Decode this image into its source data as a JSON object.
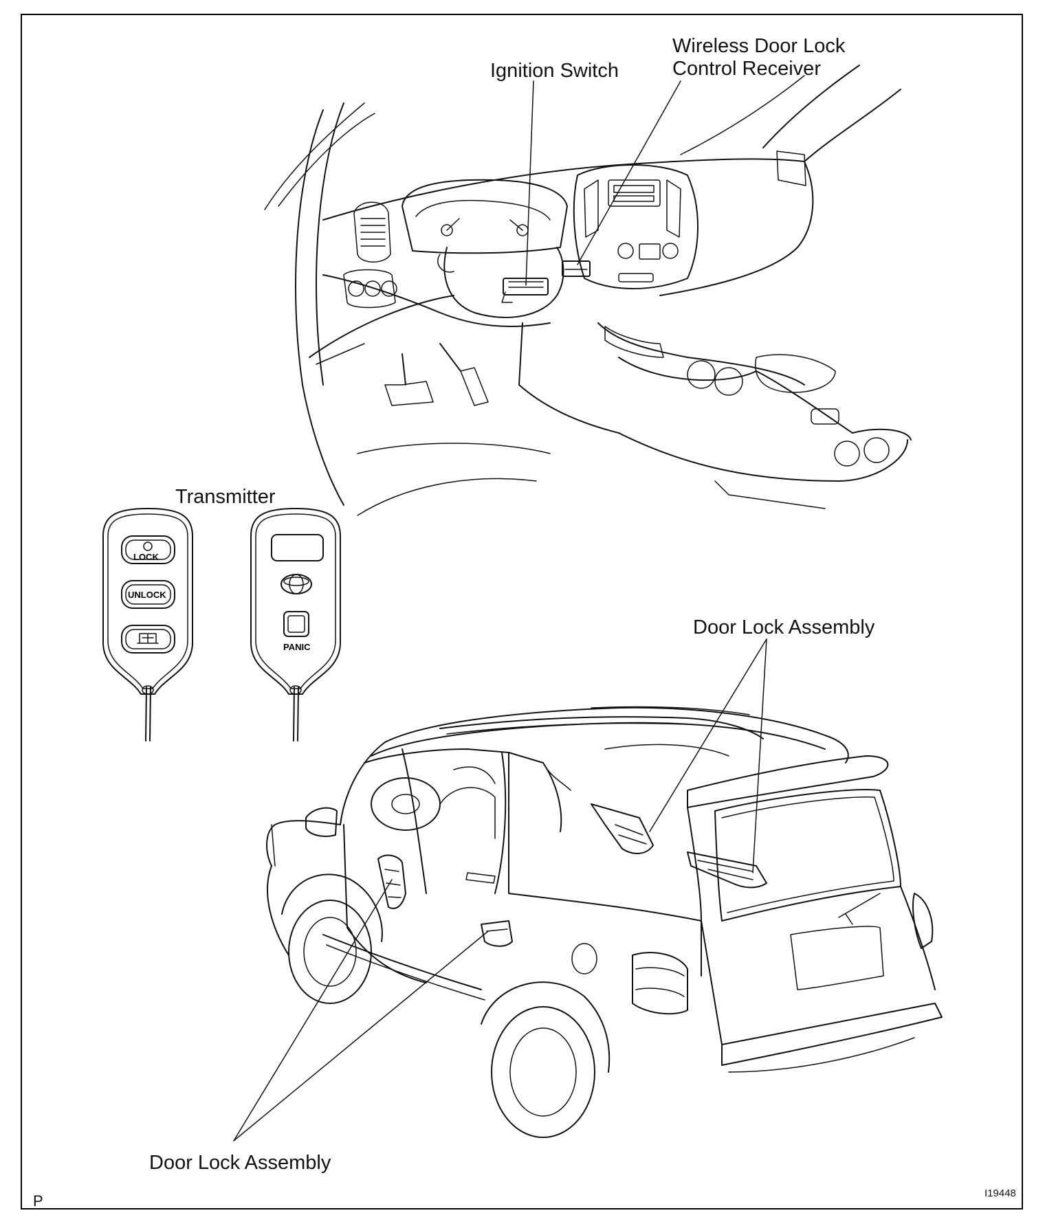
{
  "labels": {
    "ignition_switch": "Ignition Switch",
    "receiver_line1": "Wireless Door Lock",
    "receiver_line2": "Control Receiver",
    "transmitter": "Transmitter",
    "door_lock_upper": "Door Lock Assembly",
    "door_lock_lower": "Door Lock Assembly"
  },
  "transmitter": {
    "lock": "LOCK",
    "unlock": "UNLOCK",
    "panic": "PANIC"
  },
  "corner": {
    "left": "P",
    "right": "I19448"
  },
  "colors": {
    "line": "#111111",
    "background": "#ffffff"
  }
}
